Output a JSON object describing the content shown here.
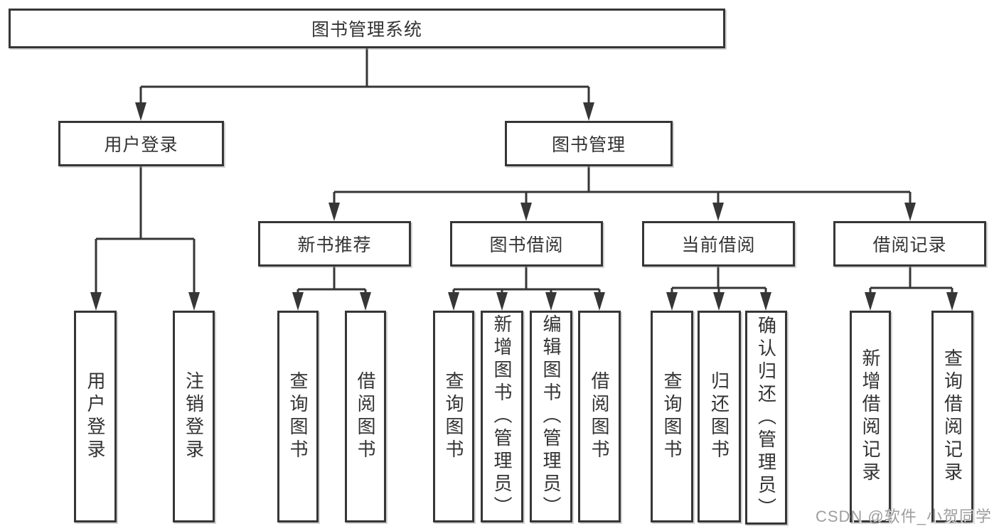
{
  "diagram": {
    "root": {
      "label": "图书管理系统"
    },
    "level2": [
      {
        "label": "用户登录"
      },
      {
        "label": "图书管理"
      }
    ],
    "level3": [
      {
        "label": "新书推荐"
      },
      {
        "label": "图书借阅"
      },
      {
        "label": "当前借阅"
      },
      {
        "label": "借阅记录"
      }
    ],
    "leaves": {
      "user_login": [
        "用户登录",
        "注销登录"
      ],
      "new_book_recommend": [
        "查询图书",
        "借阅图书"
      ],
      "book_borrow": [
        "查询图书",
        "新增图书（管理员）",
        "编辑图书（管理员）",
        "借阅图书"
      ],
      "current_borrow": [
        "查询图书",
        "归还图书",
        "确认归还（管理员）"
      ],
      "borrow_records": [
        "新增借阅记录",
        "查询借阅记录"
      ]
    }
  },
  "watermark": {
    "text": "CSDN @软件_小贺同学"
  },
  "colors": {
    "line": "#363636",
    "text": "#333333",
    "watermark": "#9e9e9e",
    "background": "#ffffff"
  }
}
